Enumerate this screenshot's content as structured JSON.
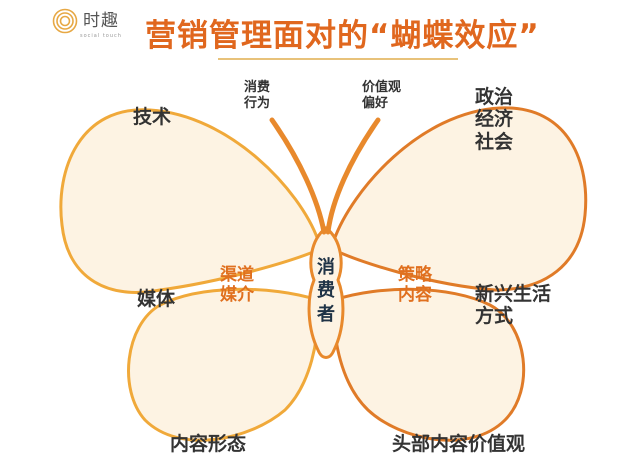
{
  "brand": {
    "logo_text": "时趣",
    "logo_subtext": "social touch",
    "logo_icon": "concentric-circles-icon"
  },
  "header": {
    "title": "营销管理面对的“蝴蝶效应”"
  },
  "colors": {
    "title": "#e0671e",
    "wing_fill": "#fdf3e3",
    "wing_outline_left": "#f0a93a",
    "wing_outline_right": "#e07b28",
    "antenna": "#e8892c",
    "center_text": "#1f3346",
    "inner_label": "#e0701f",
    "outer_label": "#333333"
  },
  "diagram": {
    "antennae": [
      {
        "label_line1": "消费",
        "label_line2": "行为"
      },
      {
        "label_line1": "价值观",
        "label_line2": "偏好"
      }
    ],
    "center": {
      "chars": [
        "消",
        "费",
        "者"
      ]
    },
    "left_wing": {
      "inner_label_line1": "渠道",
      "inner_label_line2": "媒介",
      "outer_labels": [
        "技术",
        "媒体",
        "内容形态"
      ]
    },
    "right_wing": {
      "inner_label_line1": "策略",
      "inner_label_line2": "内容",
      "outer_labels": {
        "top": [
          "政治",
          "经济",
          "社会"
        ],
        "middle": [
          "新兴生活",
          "方式"
        ],
        "bottom": "头部内容价值观"
      }
    }
  }
}
